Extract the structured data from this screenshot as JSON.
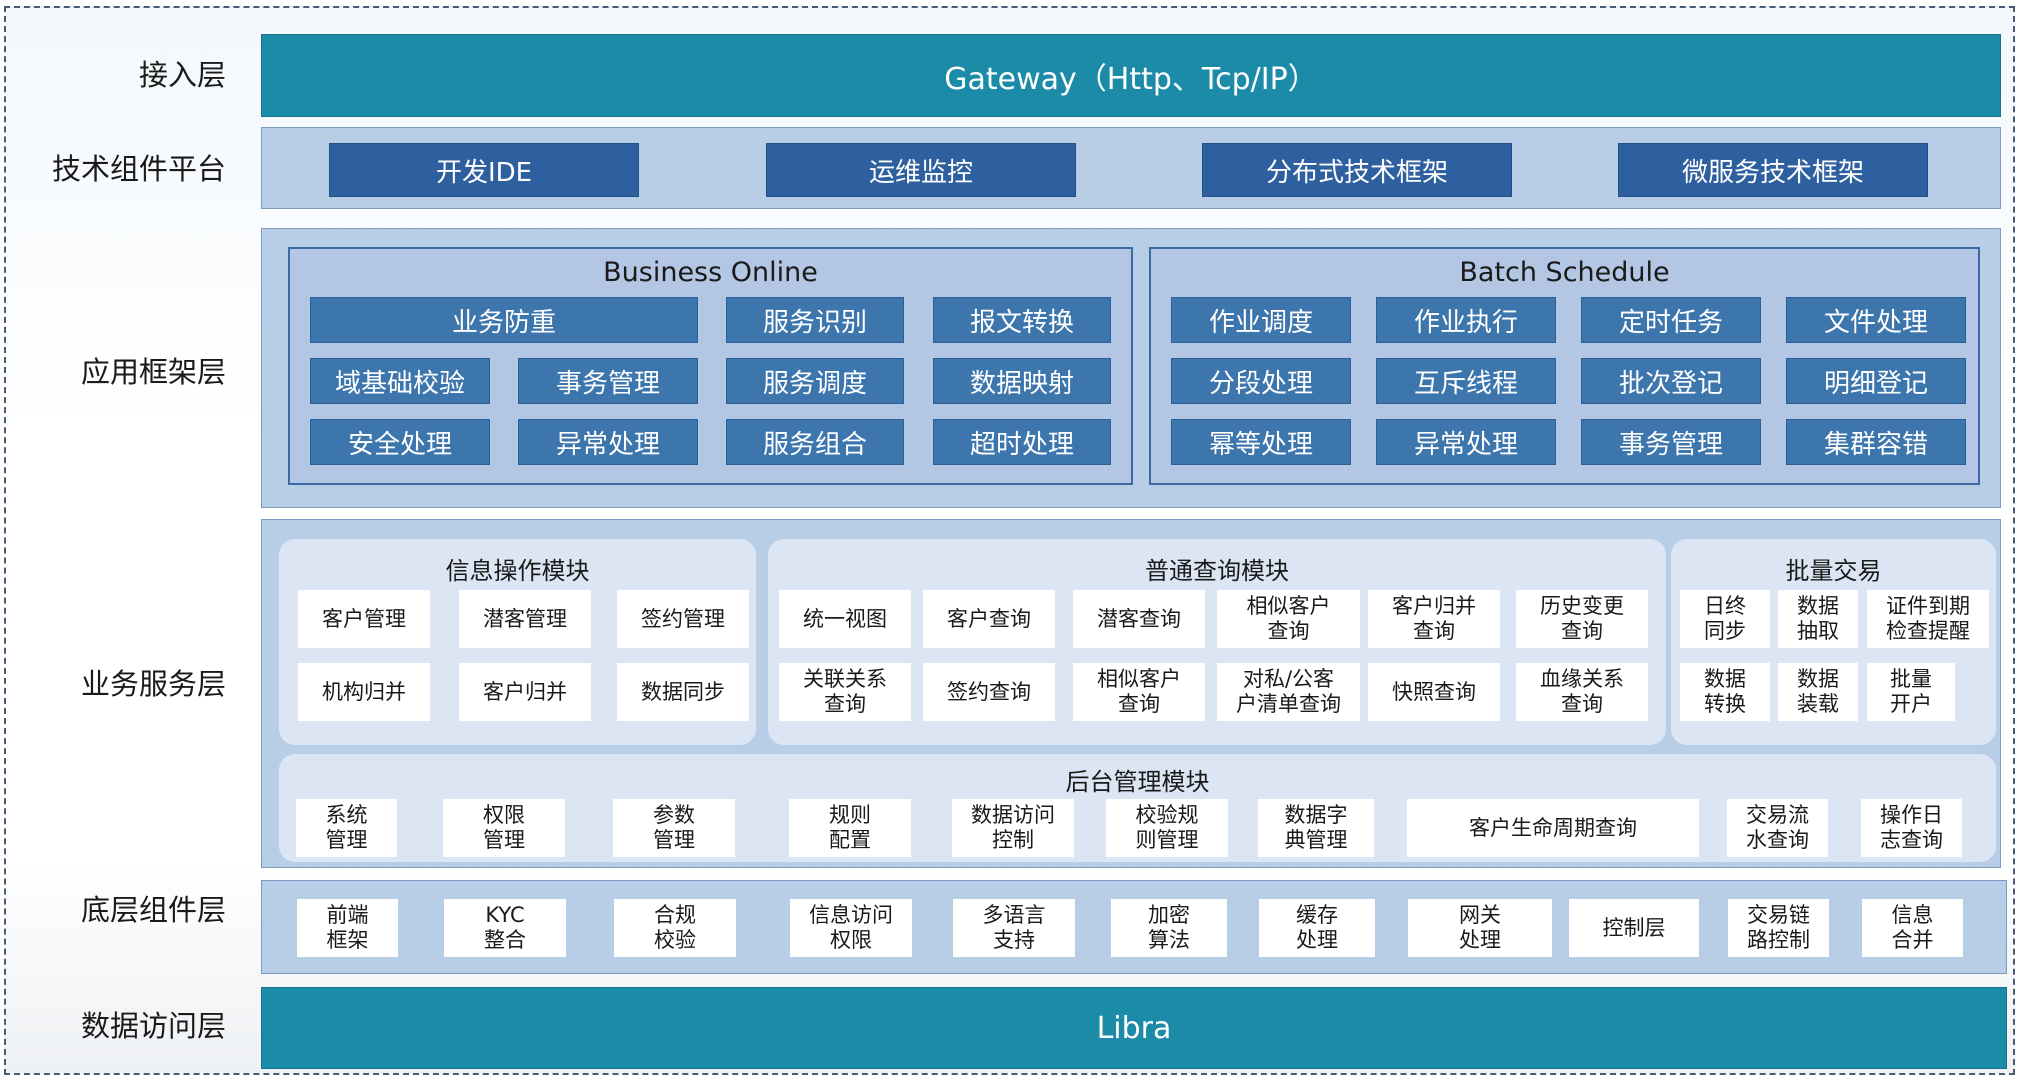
{
  "layers": {
    "access": "接入层",
    "tech_platform": "技术组件平台",
    "app_framework": "应用框架层",
    "business_service": "业务服务层",
    "base_component": "底层组件层",
    "data_access": "数据访问层"
  },
  "gateway": "Gateway（Http、Tcp/IP）",
  "tech_items": [
    "开发IDE",
    "运维监控",
    "分布式技术框架",
    "微服务技术框架"
  ],
  "business_online": {
    "title": "Business Online",
    "items": [
      "业务防重",
      "服务识别",
      "报文转换",
      "域基础校验",
      "事务管理",
      "服务调度",
      "数据映射",
      "安全处理",
      "异常处理",
      "服务组合",
      "超时处理"
    ]
  },
  "batch_schedule": {
    "title": "Batch Schedule",
    "items": [
      "作业调度",
      "作业执行",
      "定时任务",
      "文件处理",
      "分段处理",
      "互斥线程",
      "批次登记",
      "明细登记",
      "幂等处理",
      "异常处理",
      "事务管理",
      "集群容错"
    ]
  },
  "info_module": {
    "title": "信息操作模块",
    "items": [
      "客户管理",
      "潜客管理",
      "签约管理",
      "机构归并",
      "客户归并",
      "数据同步"
    ]
  },
  "query_module": {
    "title": "普通查询模块",
    "items": [
      "统一视图",
      "客户查询",
      "潜客查询",
      "相似客户\n查询",
      "客户归并\n查询",
      "历史变更\n查询",
      "关联关系\n查询",
      "签约查询",
      "相似客户\n查询",
      "对私/公客\n户清单查询",
      "快照查询",
      "血缘关系\n查询"
    ]
  },
  "batch_module": {
    "title": "批量交易",
    "items": [
      "日终\n同步",
      "数据\n抽取",
      "证件到期\n检查提醒",
      "数据\n转换",
      "数据\n装载",
      "批量\n开户"
    ]
  },
  "admin_module": {
    "title": "后台管理模块",
    "items": [
      "系统\n管理",
      "权限\n管理",
      "参数\n管理",
      "规则\n配置",
      "数据访问\n控制",
      "校验规\n则管理",
      "数据字\n典管理",
      "客户生命周期查询",
      "交易流\n水查询",
      "操作日\n志查询"
    ]
  },
  "base_items": [
    "前端\n框架",
    "KYC\n整合",
    "合规\n校验",
    "信息访问\n权限",
    "多语言\n支持",
    "加密\n算法",
    "缓存\n处理",
    "网关\n处理",
    "控制层",
    "交易链\n路控制",
    "信息\n合并"
  ],
  "libra": "Libra"
}
